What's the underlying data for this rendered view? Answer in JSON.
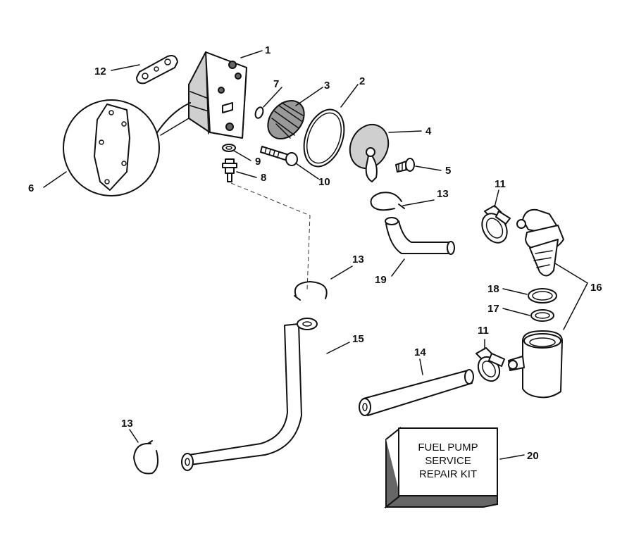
{
  "callouts": {
    "c1": "1",
    "c2": "2",
    "c3": "3",
    "c4": "4",
    "c5": "5",
    "c6": "6",
    "c7": "7",
    "c8": "8",
    "c9": "9",
    "c10": "10",
    "c11a": "11",
    "c11b": "11",
    "c12": "12",
    "c13a": "13",
    "c13b": "13",
    "c13c": "13",
    "c14": "14",
    "c15": "15",
    "c16": "16",
    "c17": "17",
    "c18": "18",
    "c19": "19",
    "c20": "20"
  },
  "kit_box": {
    "line1": "FUEL PUMP",
    "line2": "SERVICE",
    "line3": "REPAIR KIT"
  }
}
